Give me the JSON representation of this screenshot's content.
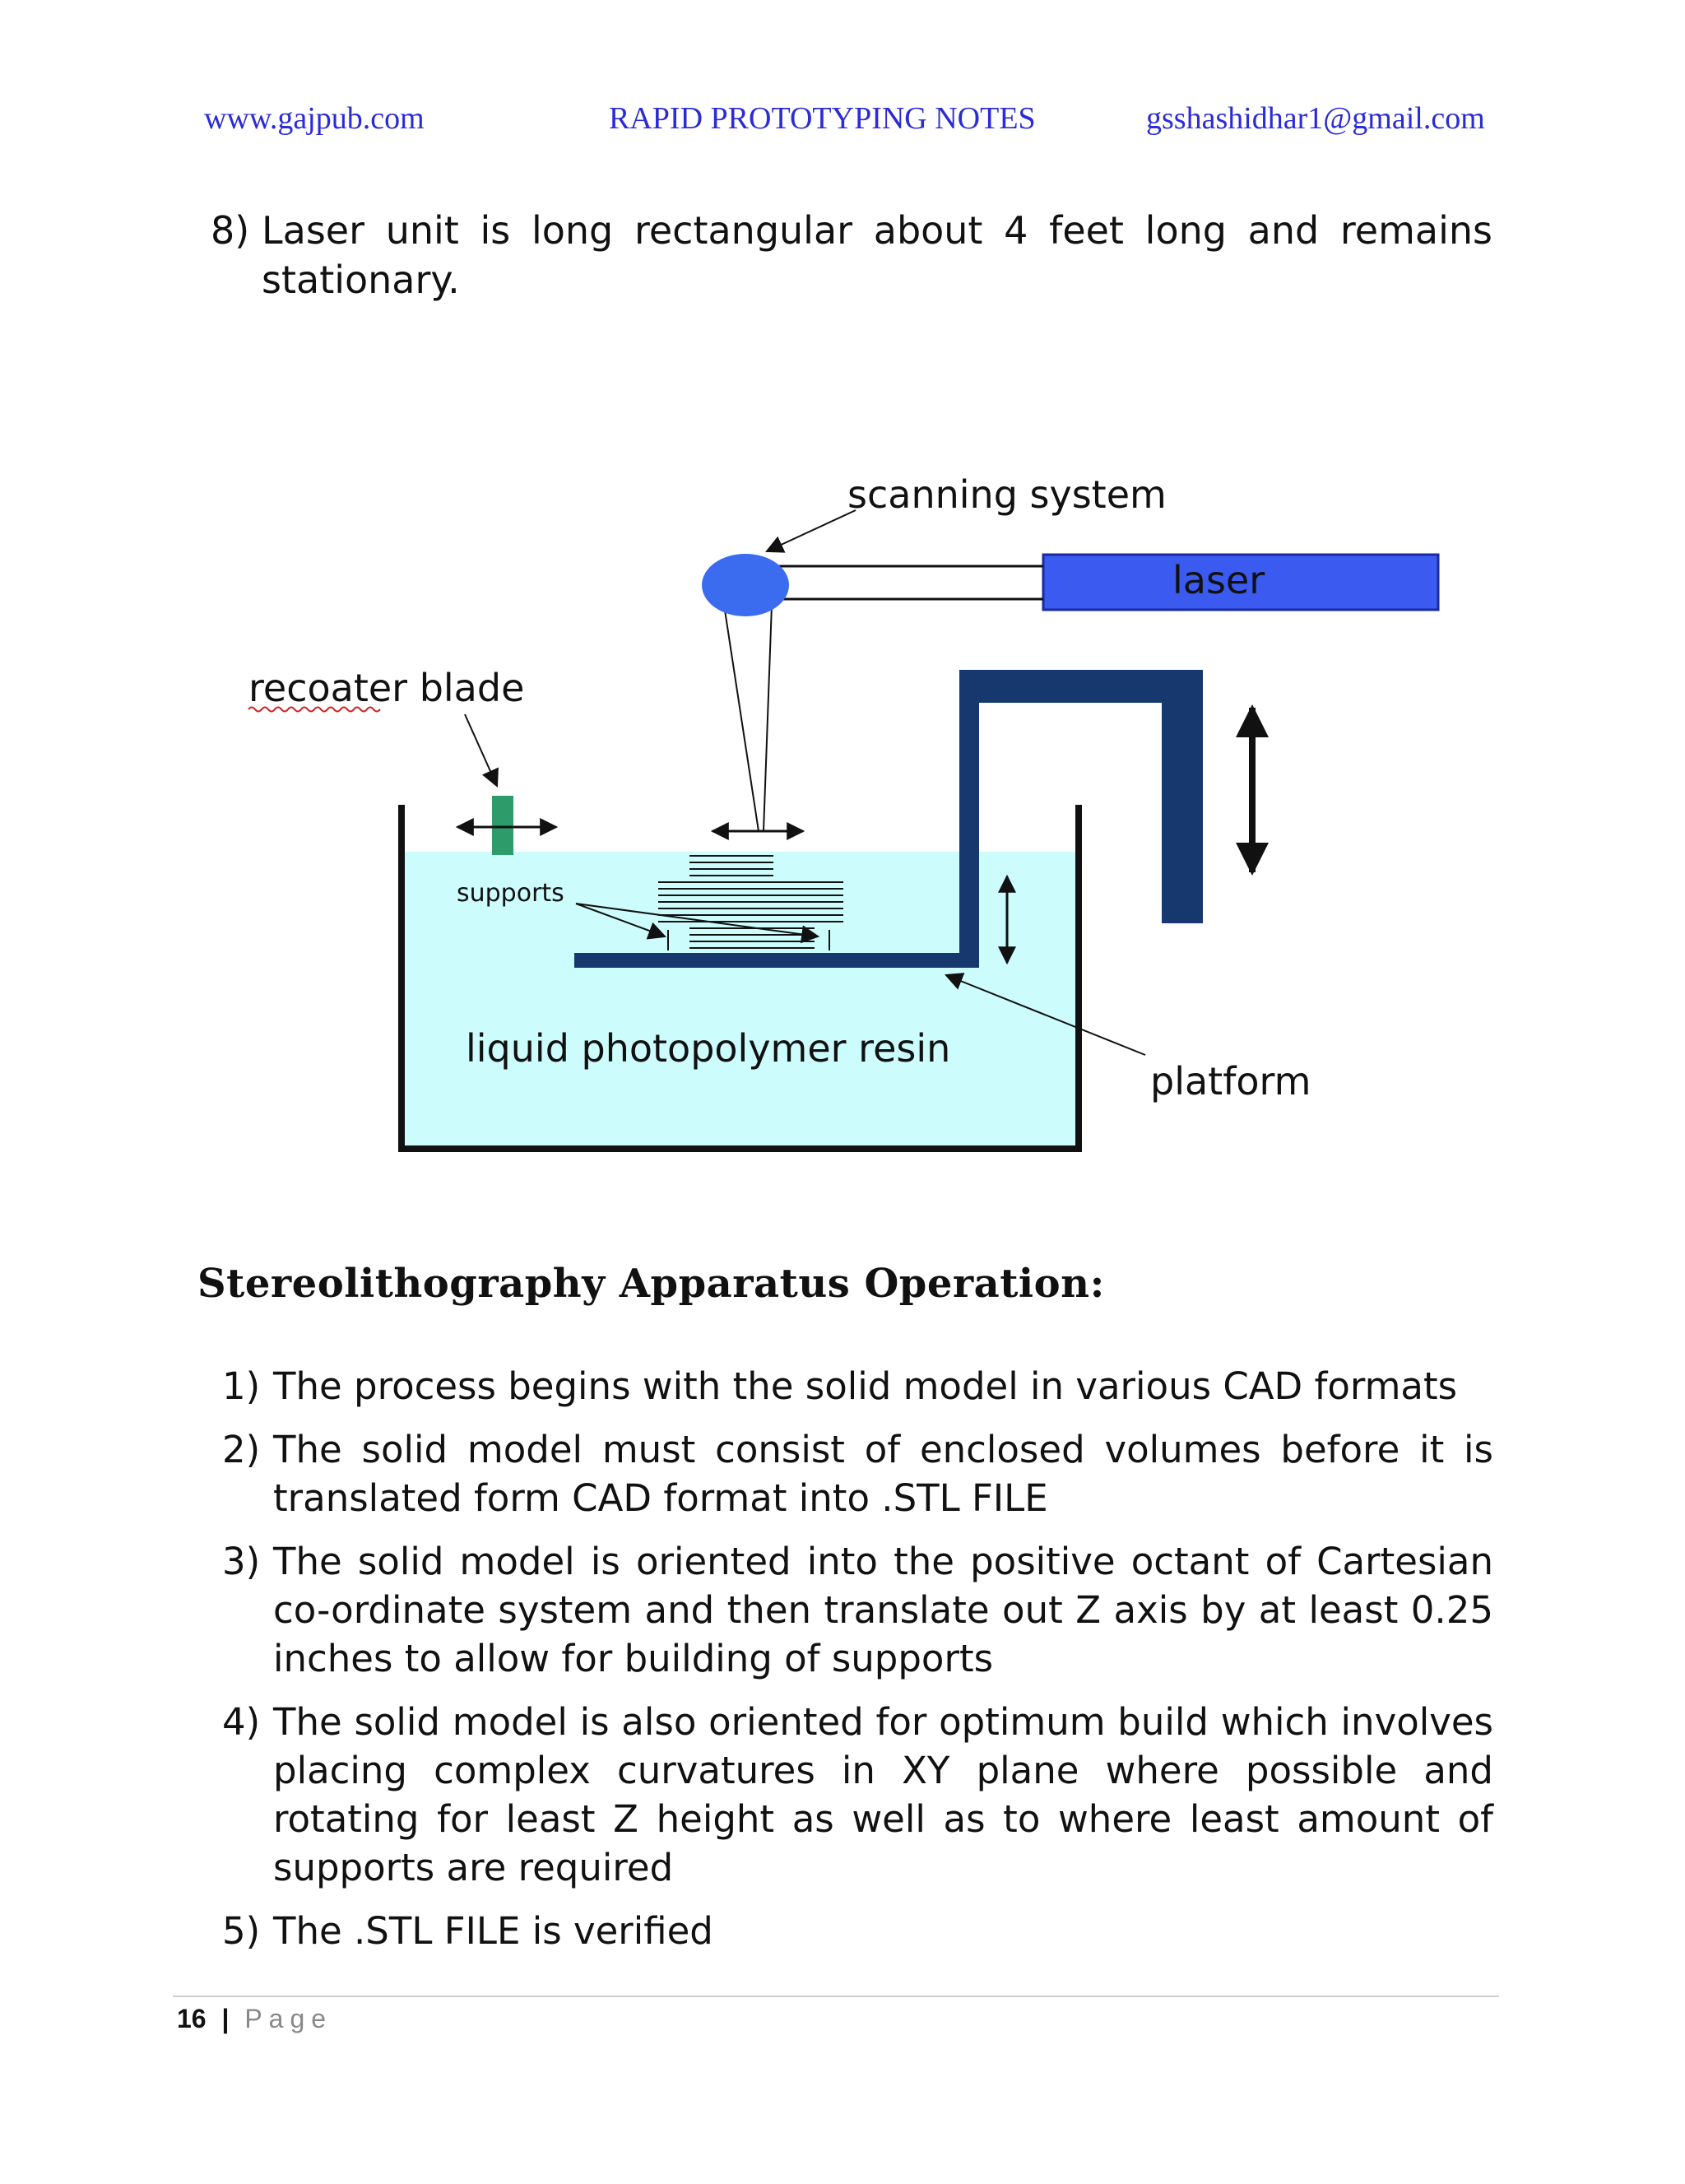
{
  "header": {
    "left": "www.gajpub.com",
    "center": "RAPID PROTOTYPING NOTES",
    "right": "gsshashidhar1@gmail.com"
  },
  "item8": {
    "num": "8)",
    "text": "Laser unit is long rectangular about 4 feet long and remains stationary."
  },
  "figure": {
    "labels": {
      "scanning_system": "scanning system",
      "laser": "laser",
      "recoater_blade": "recoater blade",
      "supports": "supports",
      "resin": "liquid photopolymer resin",
      "platform": "platform"
    },
    "colors": {
      "resin": "#ccfcfc",
      "laser": "#3b5bf0",
      "scanner": "#3b6cf0",
      "platform": "#16386e",
      "blade": "#2e9b6b"
    }
  },
  "section": {
    "heading": "Stereolithography Apparatus Operation:",
    "items": [
      {
        "num": "1)",
        "text": "The process begins with the solid model in various CAD formats"
      },
      {
        "num": "2)",
        "text": "The solid model must consist of enclosed volumes before it is translated form CAD format into .STL FILE"
      },
      {
        "num": "3)",
        "text": "The solid model is oriented into the positive octant of Cartesian co-ordinate system and then translate out Z axis by at least 0.25 inches to allow for building of supports"
      },
      {
        "num": "4)",
        "text": "The solid model is also oriented for optimum build which involves placing complex curvatures in XY plane where possible and rotating for least Z height as well as to where least amount of supports are required"
      },
      {
        "num": "5)",
        "text": "The .STL FILE is verified"
      }
    ]
  },
  "footer": {
    "page_number": "16",
    "separator": "|",
    "page_word": "Page"
  }
}
